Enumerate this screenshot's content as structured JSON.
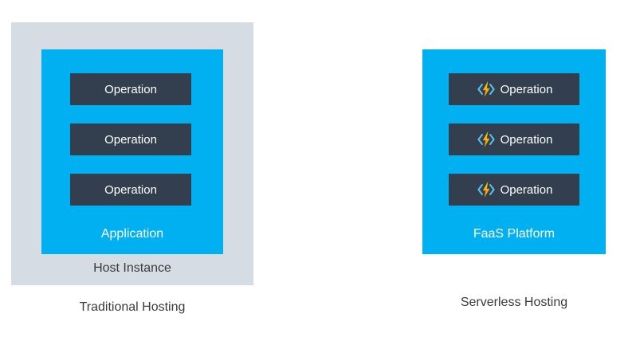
{
  "traditional": {
    "operations": [
      "Operation",
      "Operation",
      "Operation"
    ],
    "application_label": "Application",
    "host_label": "Host Instance",
    "caption": "Traditional Hosting"
  },
  "serverless": {
    "operations": [
      "Operation",
      "Operation",
      "Operation"
    ],
    "platform_label": "FaaS Platform",
    "caption": "Serverless Hosting",
    "operation_icon": "function-lightning-icon"
  },
  "colors": {
    "host_instance_bg": "#d6dce4",
    "platform_bg": "#00b0f0",
    "operation_bg": "#333f4e",
    "operation_text": "#ffffff",
    "bolt_yellow": "#ffd400",
    "bolt_orange": "#ff8c00",
    "bracket_blue": "#55c3f0",
    "caption_text": "#3a3a3a"
  }
}
